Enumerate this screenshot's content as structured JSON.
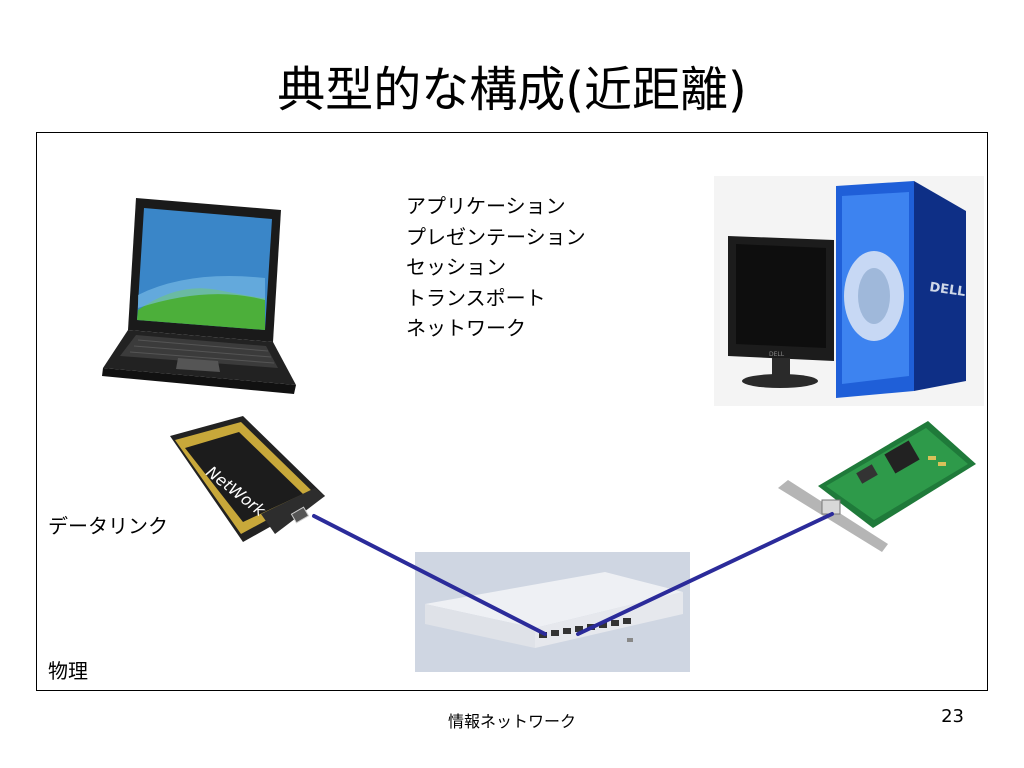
{
  "slide": {
    "title": "典型的な構成(近距離)"
  },
  "layers": {
    "upper": [
      "アプリケーション",
      "プレゼンテーション",
      "セッション",
      "トランスポート",
      "ネットワーク"
    ],
    "data_link": "データリンク",
    "physical": "物理"
  },
  "devices": {
    "laptop": "laptop-icon",
    "desktop": "desktop-pc-icon",
    "pc_card": "pc-card-nic-icon",
    "pci_nic": "pci-nic-icon",
    "switch": "network-switch-icon",
    "monitor_brand": "DELL",
    "cable_color": "#2b2b9a"
  },
  "footer": {
    "title": "情報ネットワーク",
    "page": "23"
  }
}
